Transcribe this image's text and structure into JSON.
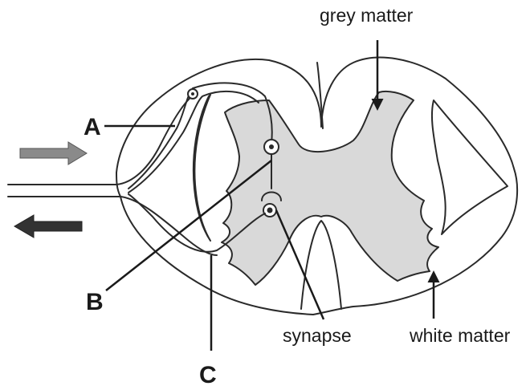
{
  "labels": {
    "a": "A",
    "b": "B",
    "c": "C",
    "grey_matter": "grey matter",
    "white_matter": "white matter",
    "synapse": "synapse"
  },
  "colors": {
    "grey_matter_fill": "#d9d9d9",
    "outline": "#2a2a2a",
    "arrow_in": "#8a8a8a",
    "arrow_out": "#333333"
  },
  "arrows": {
    "incoming_direction": "right",
    "outgoing_direction": "left"
  }
}
